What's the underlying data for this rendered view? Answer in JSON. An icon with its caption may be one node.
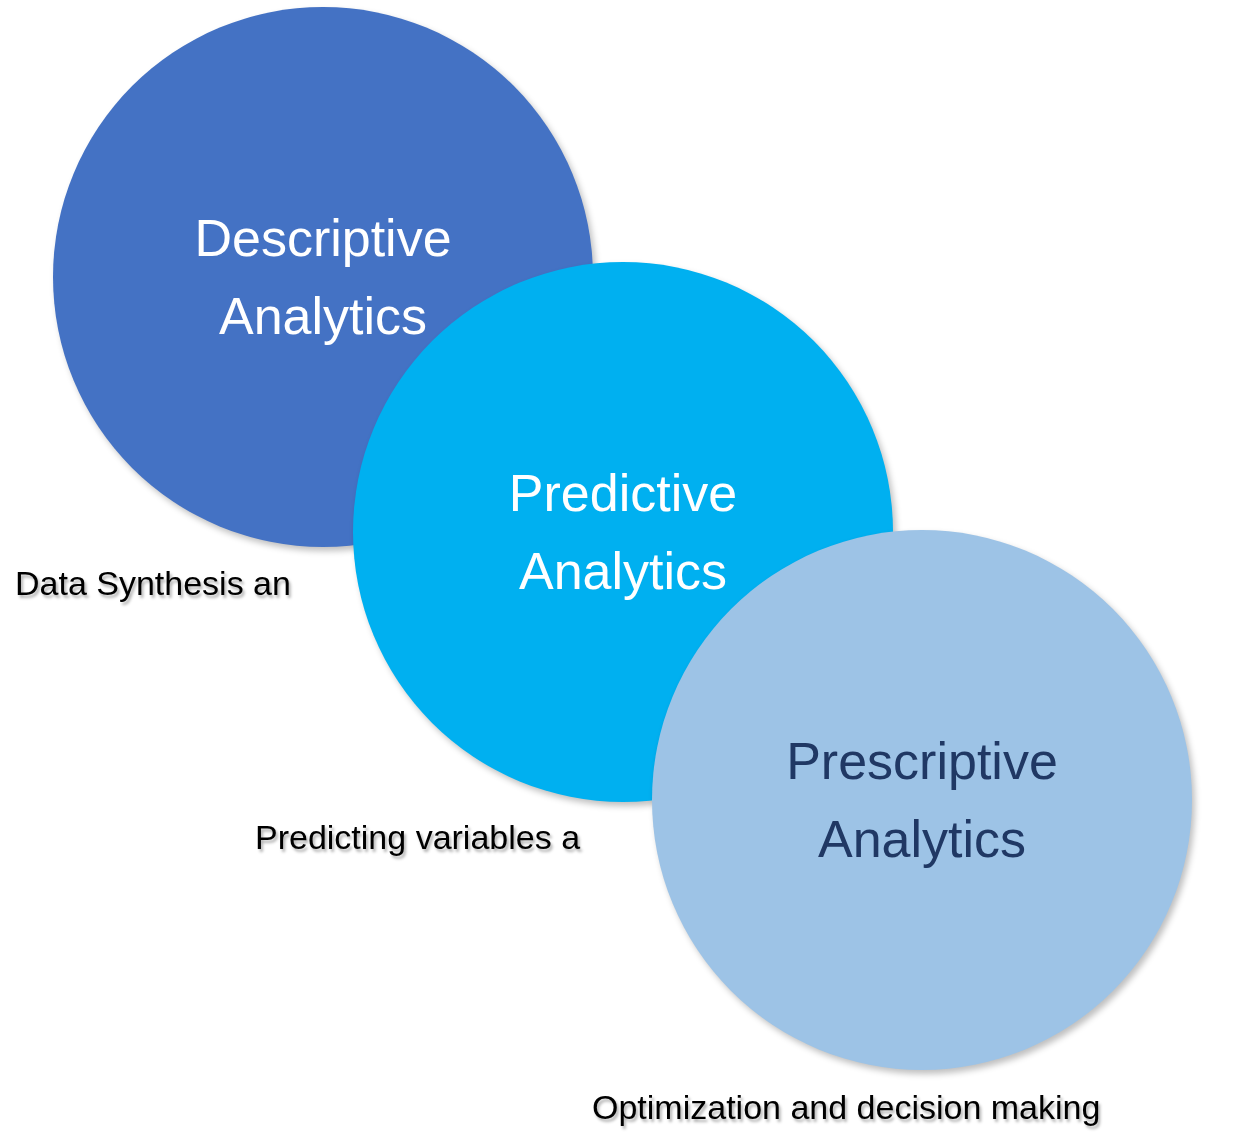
{
  "diagram": {
    "nodes": [
      {
        "text": [
          "Descriptive Analytics"
        ],
        "beside": [
          "Data Synthesis an"
        ]
      },
      {
        "text": [
          "Predictive Analytics"
        ],
        "beside": [
          "Predicting variables a"
        ]
      },
      {
        "text": [
          "Prescriptive Analytics"
        ],
        "beside": [
          "Optimization and decision making"
        ]
      }
    ]
  }
}
